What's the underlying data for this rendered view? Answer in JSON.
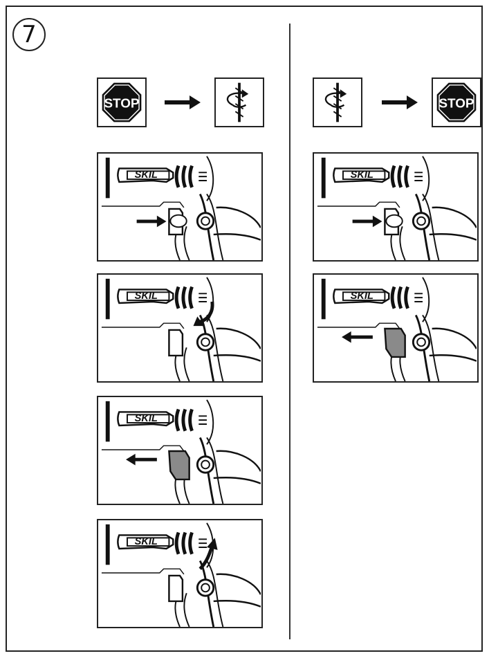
{
  "step": {
    "number": "7"
  },
  "left_sequence": {
    "from_icon": "stop-sign",
    "to_icon": "rotation-forward",
    "stop_label": "STOP",
    "panels": [
      {
        "brand": "SKIL",
        "action": "press-lock-button",
        "arrow": "right"
      },
      {
        "brand": "SKIL",
        "action": "rotate-down",
        "arrow": "curved-down"
      },
      {
        "brand": "SKIL",
        "action": "pull-trigger",
        "arrow": "left"
      },
      {
        "brand": "SKIL",
        "action": "rotate-up",
        "arrow": "curved-up"
      }
    ]
  },
  "right_sequence": {
    "from_icon": "rotation-forward",
    "to_icon": "stop-sign",
    "stop_label": "STOP",
    "panels": [
      {
        "brand": "SKIL",
        "action": "press-lock-button",
        "arrow": "right"
      },
      {
        "brand": "SKIL",
        "action": "pull-trigger",
        "arrow": "left"
      }
    ]
  },
  "colors": {
    "ink": "#111111",
    "paper": "#ffffff",
    "grey": "#8a8a8a"
  }
}
